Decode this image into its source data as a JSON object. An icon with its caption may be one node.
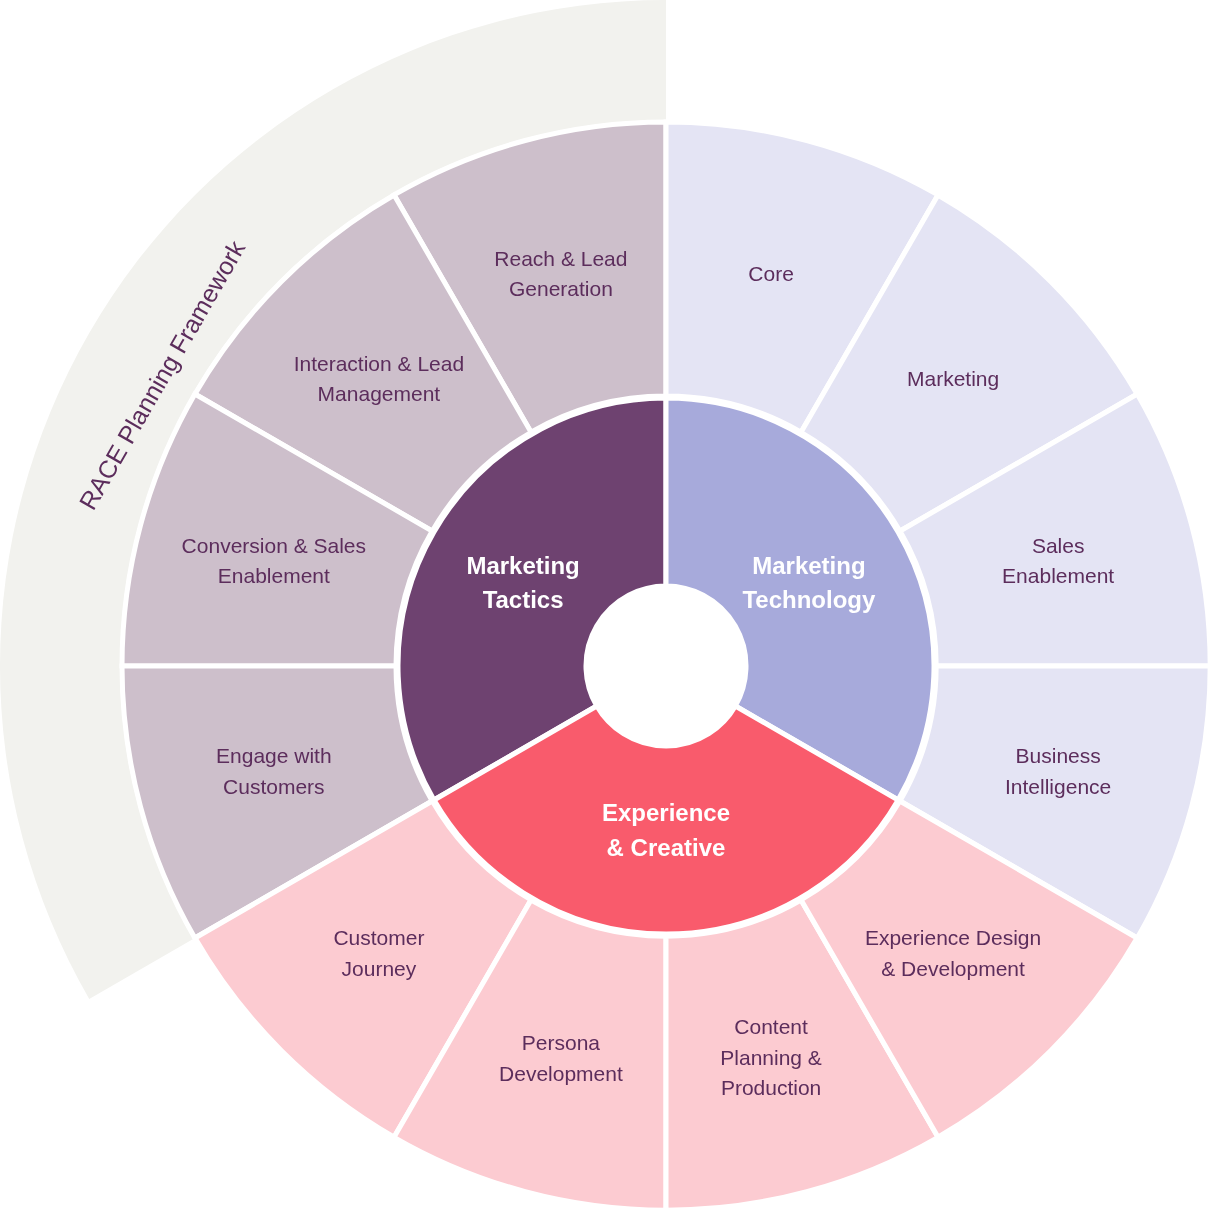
{
  "diagram": {
    "nodes": [
      {
        "text": [
          "RACE Planning Framework"
        ]
      },
      {
        "text": [
          "Marketing Tactics"
        ]
      },
      {
        "text": [
          "Marketing Technology"
        ]
      },
      {
        "text": [
          "Experience & Creative"
        ]
      },
      {
        "text": [
          "Reach & Lead Generation"
        ]
      },
      {
        "text": [
          "Interaction & Lead Management"
        ]
      },
      {
        "text": [
          "Conversion & Sales Enablement"
        ]
      },
      {
        "text": [
          "Engage with Customers"
        ]
      },
      {
        "text": [
          "Core"
        ]
      },
      {
        "text": [
          "Marketing"
        ]
      },
      {
        "text": [
          "Sales Enablement"
        ]
      },
      {
        "text": [
          "Business Intelligence"
        ]
      },
      {
        "text": [
          "Customer Journey"
        ]
      },
      {
        "text": [
          "Persona Development"
        ]
      },
      {
        "text": [
          "Content Planning & Production"
        ]
      },
      {
        "text": [
          "Experience Design & Development"
        ]
      }
    ]
  }
}
